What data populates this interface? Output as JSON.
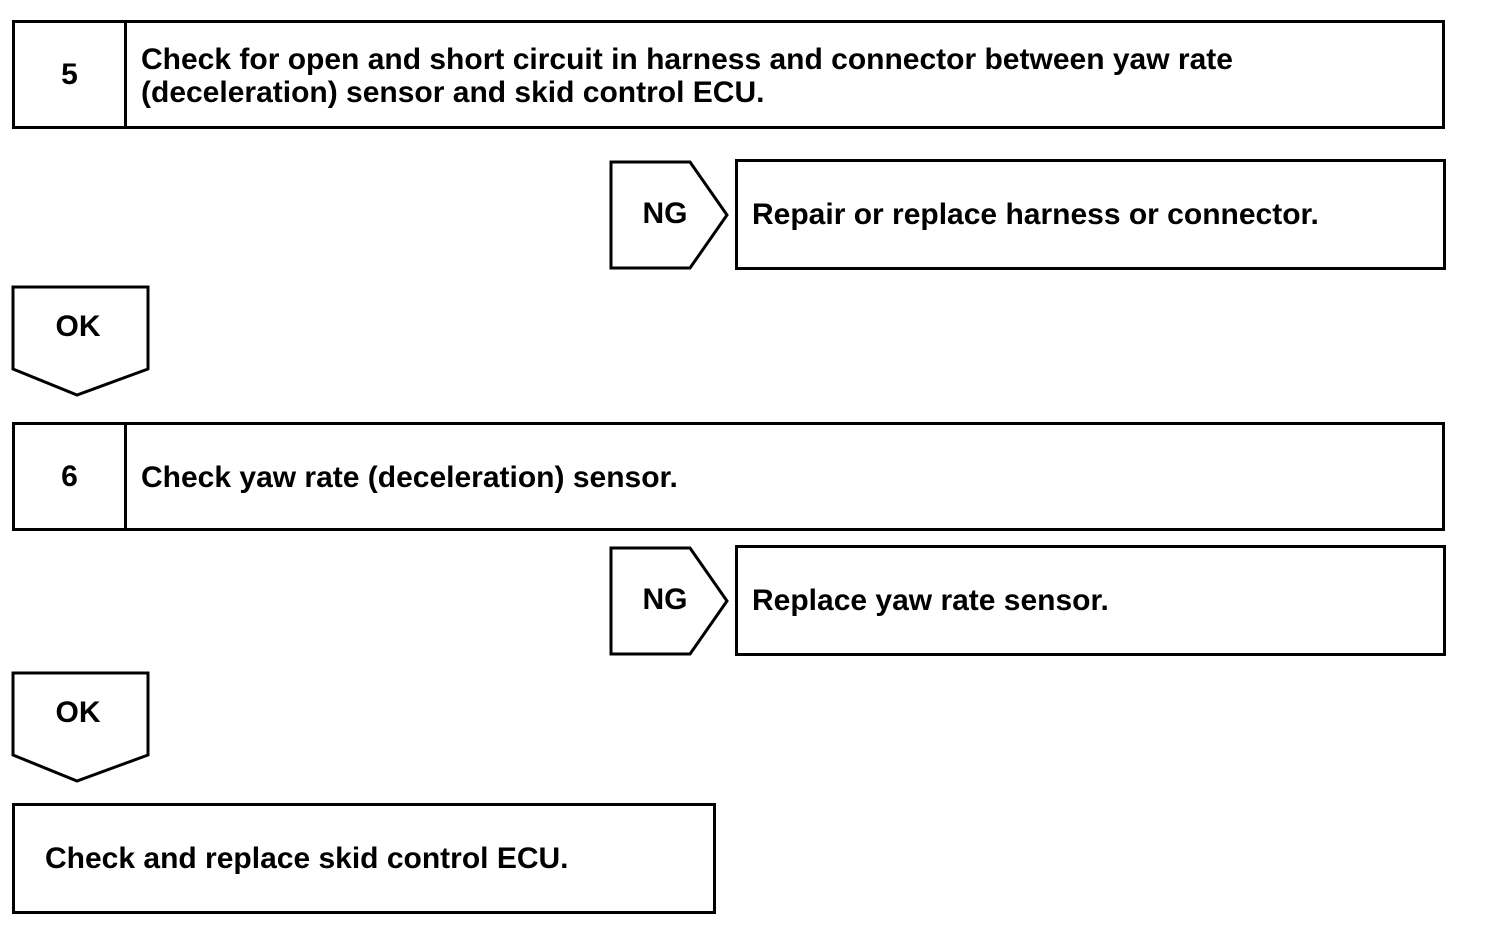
{
  "steps": [
    {
      "number": "5",
      "text_line1": "Check for open and short circuit in harness and connector between yaw rate",
      "text_line2": "(deceleration) sensor and skid control ECU.",
      "ng_label": "NG",
      "ng_action": "Repair or replace harness or connector.",
      "ok_label": "OK"
    },
    {
      "number": "6",
      "text": "Check yaw rate (deceleration) sensor.",
      "ng_label": "NG",
      "ng_action": "Replace yaw rate sensor.",
      "ok_label": "OK"
    }
  ],
  "final_action": "Check and replace skid control ECU.",
  "colors": {
    "line": "#000000",
    "background": "#ffffff"
  }
}
